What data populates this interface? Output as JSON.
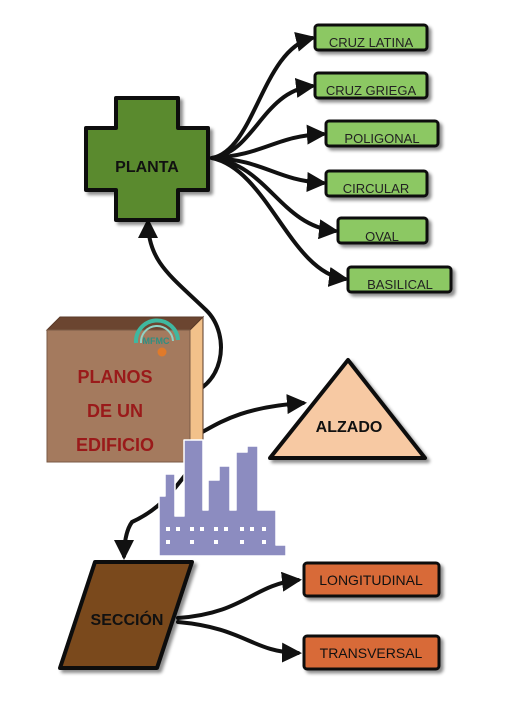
{
  "colors": {
    "planta_fill": "#5a8a2e",
    "leaf_fill": "#8cc863",
    "root_fill": "#a47a5e",
    "root_text": "#9a1a1a",
    "alzado_fill": "#f7c9a3",
    "seccion_fill": "#7a4a1f",
    "seccion_leaf_fill": "#d86a38",
    "factory_fill": "#8c8cc0",
    "edge": "#111111"
  },
  "root": {
    "line1": "PLANOS",
    "line2": "DE UN",
    "line3": "EDIFICIO",
    "logo_text": "MFMC"
  },
  "planta": {
    "label": "PLANTA",
    "children": [
      "CRUZ LATINA",
      "CRUZ GRIEGA",
      "POLIGONAL",
      "CIRCULAR",
      "OVAL",
      "BASILICAL"
    ]
  },
  "alzado": {
    "label": "ALZADO"
  },
  "factory_icon": "factory-icon",
  "seccion": {
    "label": "SECCIÓN",
    "children": [
      "LONGITUDINAL",
      "TRANSVERSAL"
    ]
  }
}
